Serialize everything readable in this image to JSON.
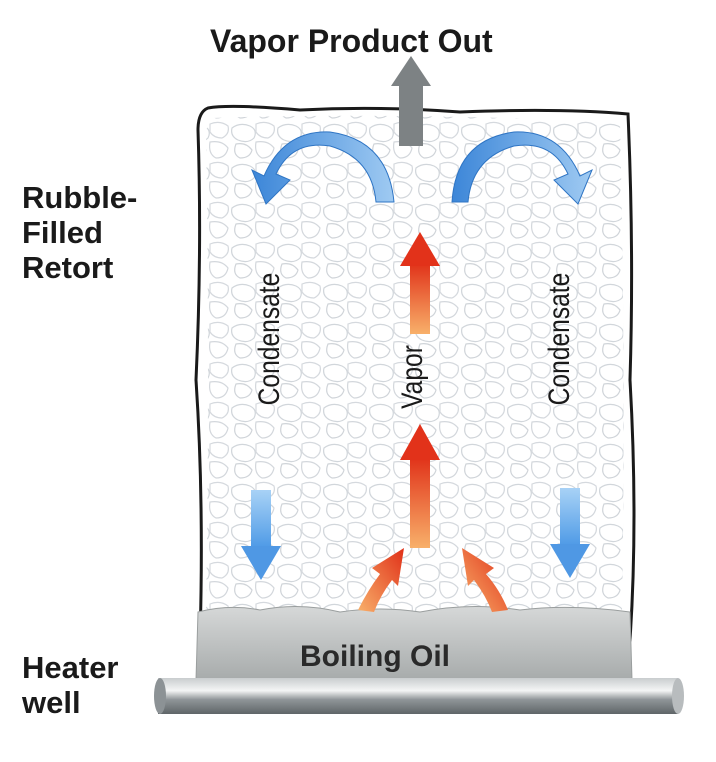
{
  "title": "Vapor Product Out",
  "retort_label": [
    "Rubble-",
    "Filled",
    "Retort"
  ],
  "condensate_left": "Condensate",
  "vapor": "Vapor",
  "condensate_right": "Condensate",
  "boiling_oil": "Boiling Oil",
  "heater_label": [
    "Heater",
    "well"
  ],
  "colors": {
    "outline": "#1a1a1a",
    "rubble": "#c9ced4",
    "blue_arrow": "#6aaee8",
    "red_arrow": "#e23b1a",
    "orange_arrow": "#f6a65a",
    "oil": "#b9bcbc",
    "pipe": "#9aa0a3",
    "grey_arrow": "#7d8284"
  }
}
